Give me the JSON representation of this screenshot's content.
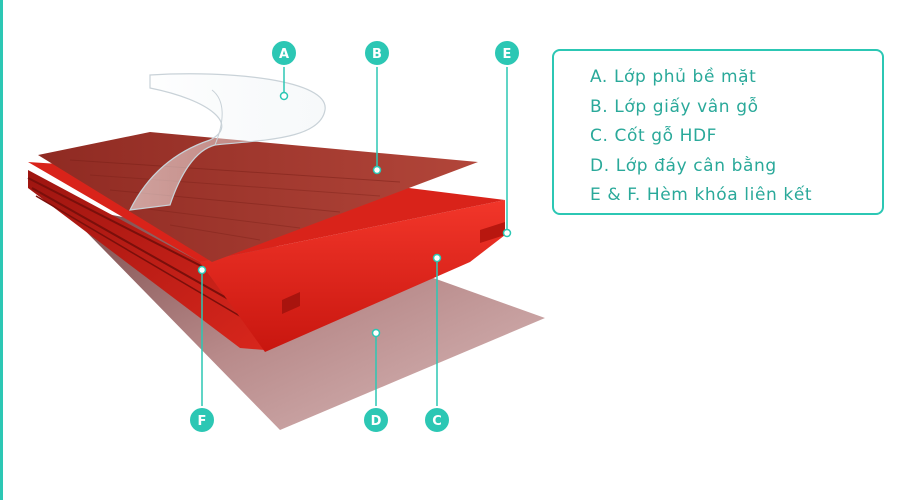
{
  "markers": [
    {
      "letter": "A"
    },
    {
      "letter": "B"
    },
    {
      "letter": "E"
    },
    {
      "letter": "F"
    },
    {
      "letter": "D"
    },
    {
      "letter": "C"
    }
  ],
  "legend": [
    "A. Lớp phủ bề mặt",
    "B. Lớp giấy vân gỗ",
    "C. Cốt gỗ HDF",
    "D. Lớp đáy cân bằng",
    "E & F. Hèm khóa liên kết"
  ],
  "colors": {
    "accent": "#2cc7b4",
    "legend_text": "#2aa99a",
    "hdf_core": "#e2231a",
    "wood_grain": "#a8382c",
    "balance_layer": "#c89a9a"
  }
}
